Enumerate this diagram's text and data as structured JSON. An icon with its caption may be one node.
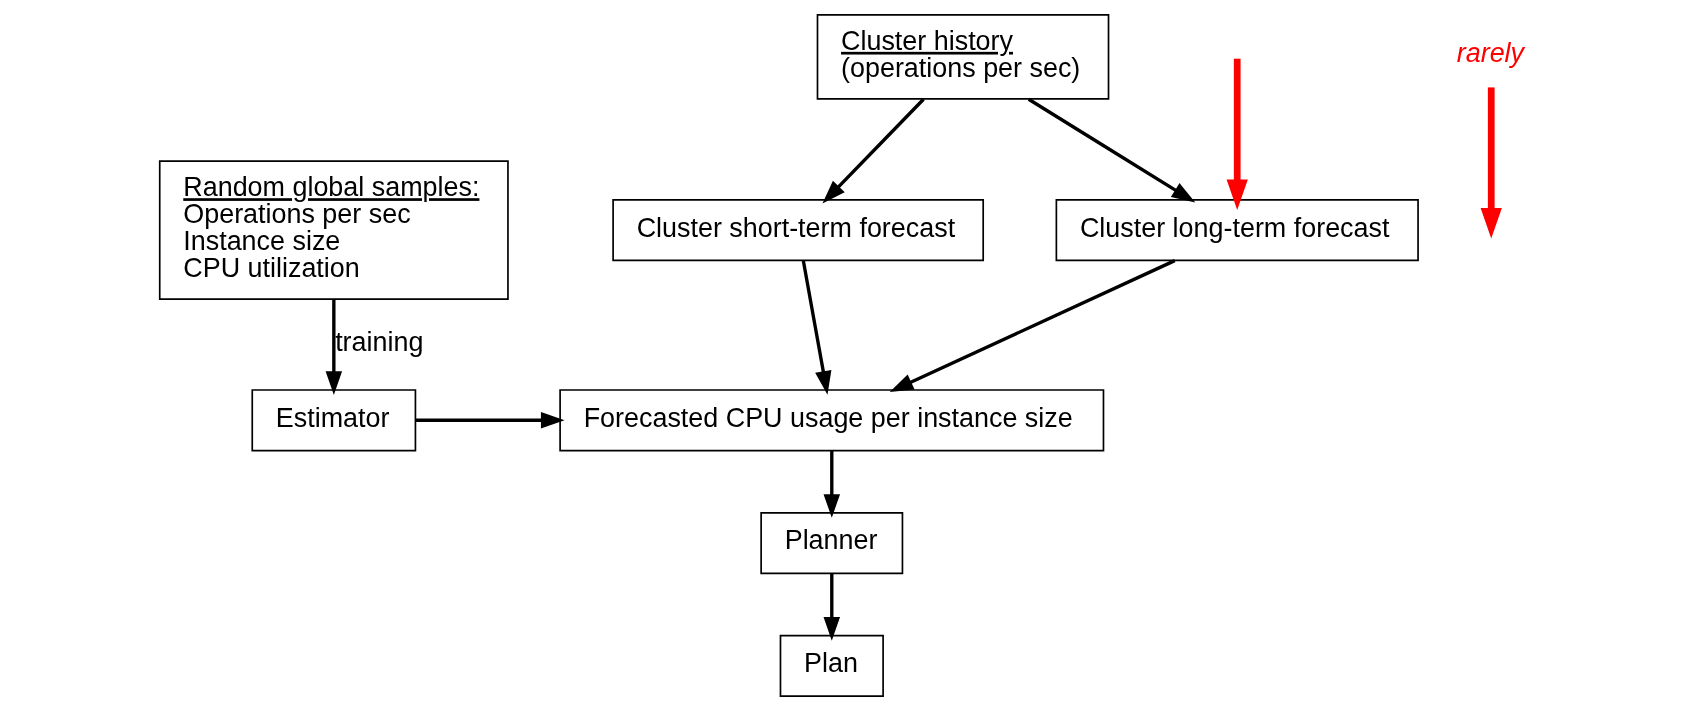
{
  "diagram": {
    "nodes": [
      {
        "text": [
          "Cluster history",
          "(operations per sec)"
        ]
      },
      {
        "text": [
          "Cluster short-term forecast"
        ]
      },
      {
        "text": [
          "Cluster long-term forecast"
        ]
      },
      {
        "text": [
          "Random global samples:",
          "Operations per sec",
          "Instance size",
          "CPU utilization"
        ]
      },
      {
        "text": [
          "Forecasted CPU usage per instance size"
        ]
      },
      {
        "text": [
          "Estimator"
        ]
      },
      {
        "text": [
          "Planner"
        ]
      },
      {
        "text": [
          "Plan"
        ]
      },
      {
        "text": [
          "rarely"
        ]
      }
    ],
    "edges": [
      {
        "from": 0,
        "to": 1,
        "arrow": "to"
      },
      {
        "from": 0,
        "to": 2,
        "arrow": "to"
      },
      {
        "from": 1,
        "to": 4,
        "arrow": "to"
      },
      {
        "from": 2,
        "to": 4,
        "arrow": "to"
      },
      {
        "from": 3,
        "to": 5,
        "arrow": "to",
        "label": "training"
      },
      {
        "from": 5,
        "to": 4,
        "arrow": "to"
      },
      {
        "from": 4,
        "to": 6,
        "arrow": "to"
      },
      {
        "from": 6,
        "to": 7,
        "arrow": "to"
      },
      {
        "from": null,
        "to": 2,
        "arrow": "to",
        "style": "thick",
        "color": "#ff0000"
      },
      {
        "from": 8,
        "to": null,
        "arrow": "to",
        "style": "thick",
        "color": "#ff0000"
      }
    ]
  }
}
